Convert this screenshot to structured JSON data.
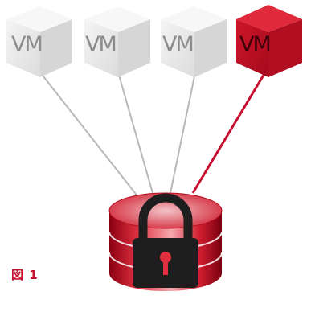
{
  "vms": [
    {
      "label": "VM",
      "highlighted": false
    },
    {
      "label": "VM",
      "highlighted": false
    },
    {
      "label": "VM",
      "highlighted": false
    },
    {
      "label": "VM",
      "highlighted": true
    }
  ],
  "figure_label": "図 1",
  "colors": {
    "accent": "#c8102e",
    "cube_gray": "#e6e6e6",
    "line_gray": "#b5b5b5",
    "lock_dark": "#1e1e1e"
  }
}
